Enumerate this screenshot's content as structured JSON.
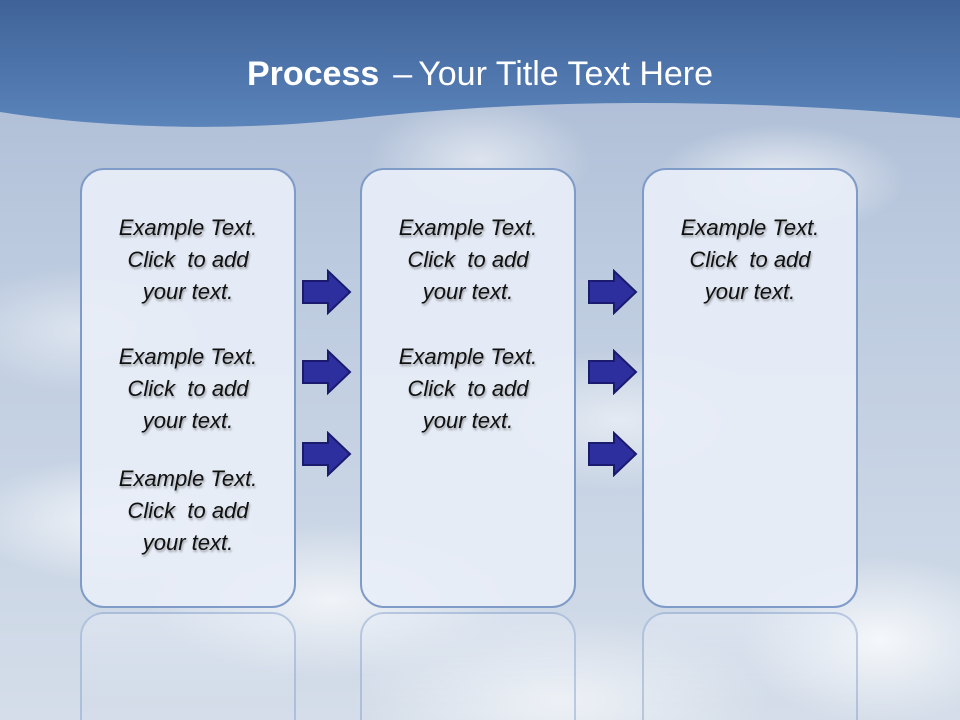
{
  "slide": {
    "title_bold": "Process",
    "title_dash": "–",
    "title_rest": "Your Title Text Here"
  },
  "columns": [
    {
      "blocks": [
        {
          "line1": "Example Text.",
          "line2": "Click  to add",
          "line3": "your text."
        },
        {
          "line1": "Example Text.",
          "line2": "Click  to add",
          "line3": "your text."
        },
        {
          "line1": "Example Text.",
          "line2": "Click  to add",
          "line3": "your text."
        }
      ]
    },
    {
      "blocks": [
        {
          "line1": "Example Text.",
          "line2": "Click  to add",
          "line3": "your text."
        },
        {
          "line1": "Example Text.",
          "line2": "Click  to add",
          "line3": "your text."
        }
      ]
    },
    {
      "blocks": [
        {
          "line1": "Example Text.",
          "line2": "Click  to add",
          "line3": "your text."
        }
      ]
    }
  ],
  "colors": {
    "header_blue": "#4f76ad",
    "arrow_fill": "#2e2f9e",
    "arrow_stroke": "#1a1a6e",
    "panel_border": "#7f9bc7"
  },
  "icons": {
    "arrow": "right-arrow-icon"
  }
}
